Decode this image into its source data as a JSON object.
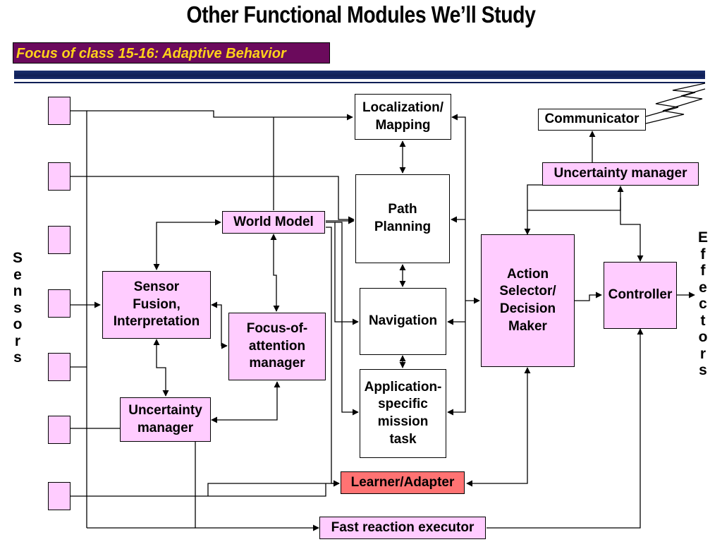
{
  "slide": {
    "title": "Other Functional Modules We’ll Study",
    "subtitle": "Focus of class 15-16:  Adaptive Behavior"
  },
  "labels": {
    "sensors": "Sensors",
    "effectors": "Effectors"
  },
  "modules": {
    "localization": [
      "Localization/",
      "Mapping"
    ],
    "communicator": "Communicator",
    "uncertainty_right": "Uncertainty manager",
    "path_planning": [
      "Path",
      "Planning"
    ],
    "world_model": "World Model",
    "sensor_fusion": [
      "Sensor",
      "Fusion,",
      "Interpretation"
    ],
    "focus_attention": [
      "Focus-of-",
      "attention",
      "manager"
    ],
    "navigation": "Navigation",
    "action_selector": [
      "Action",
      "Selector/",
      "Decision",
      "Maker"
    ],
    "controller": "Controller",
    "uncertainty_left": [
      "Uncertainty",
      "manager"
    ],
    "app_task": [
      "Application-",
      "specific",
      "mission",
      "task"
    ],
    "learner": "Learner/Adapter",
    "fast_reaction": "Fast reaction executor"
  },
  "colors": {
    "module_pink": "#ffccff",
    "learner_red": "#ff7373",
    "subtitle_bg": "#6b0a5c",
    "subtitle_text": "#ffd21a",
    "rule_navy": "#0f1f55"
  }
}
